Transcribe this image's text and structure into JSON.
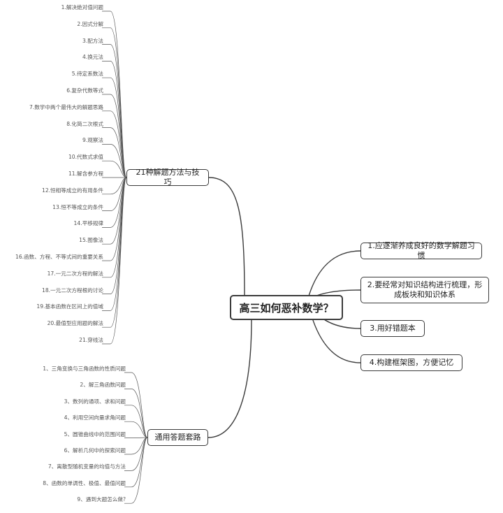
{
  "root": {
    "label": "高三如何恶补数学？"
  },
  "branch_methods": {
    "label": "21种解题方法与技巧",
    "items": [
      "1.解决绝对值问题",
      "2.因式分解",
      "3.配方法",
      "4.换元法",
      "5.待定系数法",
      "6.复杂代数等式",
      "7.数学中两个最伟大的解题思路",
      "8.化简二次根式",
      "9.观察法",
      "10.代数式求值",
      "11.解含参方程",
      "12.恒相等成立的有用条件",
      "13.恒不等成立的条件",
      "14.平移规律",
      "15.图像法",
      "16.函数、方程、不等式间的重要关系",
      "17.一元二次方程的解法",
      "18.一元二次方程根的讨论",
      "19.基本函数在区间上的值域",
      "20.最值型应用题的解法",
      "21.穿线法"
    ]
  },
  "branch_routines": {
    "label": "通用答题套路",
    "items": [
      "1、三角变换与三角函数的性质问题",
      "2、解三角函数问题",
      "3、数列的通项、求和问题",
      "4、利用空间向量求角问题",
      "5、圆锥曲线中的范围问题",
      "6、解析几何中的探索问题",
      "7、离散型随机变量的均值与方法",
      "8、函数的单调性、极值、最值问题",
      "9、遇到大题怎么做?"
    ]
  },
  "right_branches": [
    "1.应逐渐养成良好的数学解题习惯",
    "2.要经常对知识结构进行梳理，形成板块和知识体系",
    "3.用好错题本",
    "4.构建框架图，方便记忆"
  ]
}
